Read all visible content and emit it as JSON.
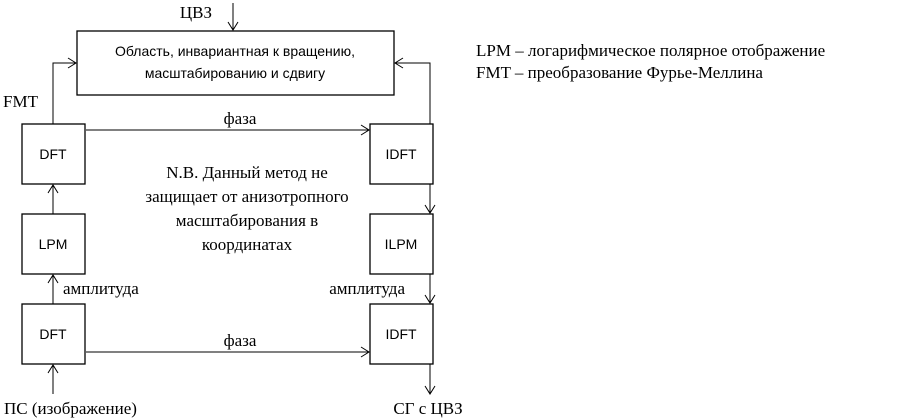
{
  "top_box": {
    "line1": "Область, инвариантная к вращению,",
    "line2": "масштабированию и сдвигу"
  },
  "blocks": {
    "dft_top": "DFT",
    "lpm": "LPM",
    "dft_bottom": "DFT",
    "idft_top": "IDFT",
    "ilpm": "ILPM",
    "idft_bottom": "IDFT"
  },
  "labels": {
    "cvz_top": "ЦВЗ",
    "fmt": "FMT",
    "phase_top": "фаза",
    "phase_bottom": "фаза",
    "amplitude_left": "амплитуда",
    "amplitude_right": "амплитуда",
    "input": "ПС (изображение)",
    "output": "СГ с ЦВЗ"
  },
  "note": {
    "line1": "N.B. Данный метод не",
    "line2": "защищает от анизотропного",
    "line3": "масштабирования в",
    "line4": "координатах"
  },
  "legend": {
    "lpm": "LPM – логарифмическое полярное отображение",
    "fmt": "FMT – преобразование Фурье-Меллина"
  }
}
